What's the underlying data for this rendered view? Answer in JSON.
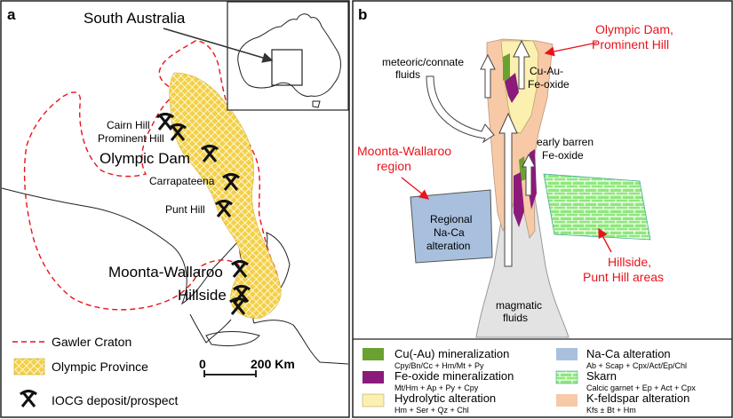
{
  "panel_a": {
    "label": "a",
    "title": "South Australia",
    "deposits": {
      "cairn_hill": "Cairn Hill",
      "prominent_hill": "Prominent Hill",
      "olympic_dam": "Olympic Dam",
      "carrapateena": "Carrapateena",
      "punt_hill": "Punt Hill",
      "moonta_wallaroo": "Moonta-Wallaroo",
      "hillside": "Hillside"
    },
    "legend": {
      "gawler": "Gawler Craton",
      "olympic_province": "Olympic Province",
      "iocg": "IOCG deposit/prospect"
    },
    "scale": {
      "zero": "0",
      "distance": "200 Km"
    }
  },
  "panel_b": {
    "label": "b",
    "labels": {
      "olympic_dam_1": "Olympic Dam,",
      "olympic_dam_2": "Prominent Hill",
      "meteoric_1": "meteoric/connate",
      "meteoric_2": "fluids",
      "cuau_1": "Cu-Au-",
      "cuau_2": "Fe-oxide",
      "early_1": "early barren",
      "early_2": "Fe-oxide",
      "moonta_1": "Moonta-Wallaroo",
      "moonta_2": "region",
      "regional_1": "Regional",
      "regional_2": "Na-Ca",
      "regional_3": "alteration",
      "hillside_1": "Hillside,",
      "hillside_2": "Punt Hill areas",
      "magmatic_1": "magmatic",
      "magmatic_2": "fluids"
    },
    "legend": [
      {
        "title": "Cu(-Au) mineralization",
        "sub": "Cpy/Bn/Cc + Hm/Mt + Py",
        "color": "#6aa232"
      },
      {
        "title": "Fe-oxide mineralization",
        "sub": "Mt/Hm + Ap + Py + Cpy",
        "color": "#8b1a7a"
      },
      {
        "title": "Hydrolytic alteration",
        "sub": "Hm + Ser + Qz + Chl",
        "color": "#fbf0b0"
      },
      {
        "title": "Na-Ca alteration",
        "sub": "Ab + Scap + Cpx/Act/Ep/Chl",
        "color": "#a8c0de"
      },
      {
        "title": "Skarn",
        "sub": "Calcic garnet + Ep + Act + Cpx",
        "color": "#8ee87a"
      },
      {
        "title": "K-feldspar alteration",
        "sub": "Kfs ± Bt + Hm",
        "color": "#f7c9a6"
      }
    ]
  },
  "colors": {
    "gawler_line": "#e8141b",
    "olympic_fill": "#f3d046",
    "callout_text": "#e8141b",
    "k_feldspar": "#f7c9a6",
    "hydrolytic": "#fbf0b0",
    "cu_au": "#6aa232",
    "fe_oxide": "#8b1a7a",
    "na_ca": "#a8c0de",
    "skarn": "#8ee87a",
    "magmatic": "#e3e3e3"
  }
}
